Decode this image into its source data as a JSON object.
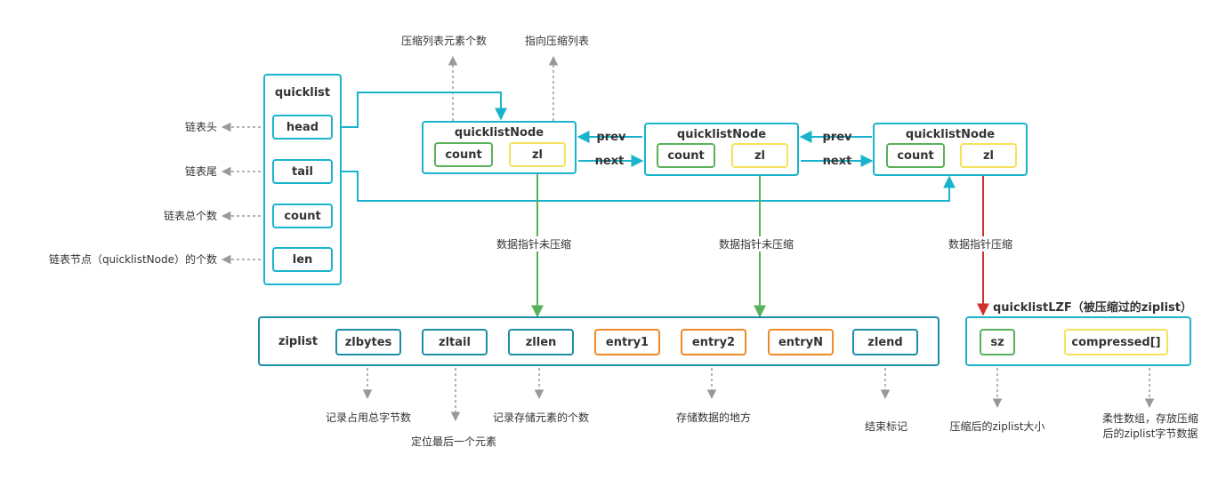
{
  "quicklist": {
    "title": "quicklist",
    "fields": [
      "head",
      "tail",
      "count",
      "len"
    ],
    "notes": [
      "链表头",
      "链表尾",
      "链表总个数",
      "链表节点（quicklistNode）的个数"
    ]
  },
  "node": {
    "title": "quicklistNode",
    "count": "count",
    "zl": "zl",
    "prev": "prev",
    "next": "next"
  },
  "top_notes": {
    "count": "压缩列表元素个数",
    "zl": "指向压缩列表"
  },
  "pointer_labels": {
    "uncompressed": "数据指针未压缩",
    "compressed": "数据指针压缩"
  },
  "ziplist": {
    "title": "ziplist",
    "fields": [
      "zlbytes",
      "zltail",
      "zllen",
      "entry1",
      "entry2",
      "entryN",
      "zlend"
    ],
    "notes": {
      "zlbytes": "记录占用总字节数",
      "zltail": "定位最后一个元素",
      "zllen": "记录存储元素的个数",
      "entries": "存储数据的地方",
      "zlend": "结束标记"
    }
  },
  "lzf": {
    "title": "quicklistLZF（被压缩过的ziplist）",
    "sz": "sz",
    "compressed": "compressed[]",
    "notes": {
      "sz": "压缩后的ziplist大小",
      "compressed_1": "柔性数组，存放压缩",
      "compressed_2": "后的ziplist字节数据"
    }
  },
  "colors": {
    "cyan": "#1ab3cc",
    "teal": "#1b8ea6",
    "green": "#58b25b",
    "yellow": "#f6e25a",
    "orange": "#f08a24",
    "red": "#d32f2f",
    "gray": "#999999"
  }
}
